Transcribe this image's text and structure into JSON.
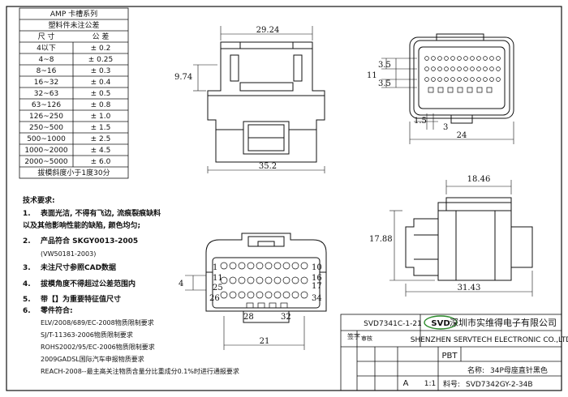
{
  "tolerance_table": {
    "title": "AMP 卡槽系列",
    "subtitle": "塑料件未注公差",
    "header": [
      "尺 寸",
      "公 差"
    ],
    "rows": [
      [
        "4以下",
        "± 0.2"
      ],
      [
        "4~8",
        "± 0.25"
      ],
      [
        "8~16",
        "± 0.3"
      ],
      [
        "16~32",
        "± 0.4"
      ],
      [
        "32~63",
        "± 0.5"
      ],
      [
        "63~126",
        "± 0.8"
      ],
      [
        "126~250",
        "± 1.0"
      ],
      [
        "250~500",
        "± 1.5"
      ],
      [
        "500~1000",
        "± 2.5"
      ],
      [
        "1000~2000",
        "± 4.5"
      ],
      [
        "2000~5000",
        "± 6.0"
      ]
    ],
    "footer": "拔模斜度小于1度30分"
  },
  "requirements": {
    "heading": "技术要求:",
    "items": [
      {
        "num": "1.",
        "text": "表面光洁, 不得有飞边, 流痕裂痕缺料"
      },
      {
        "num": "",
        "text": "以及其他影响性能的缺陷, 颜色均匀;"
      },
      {
        "num": "2.",
        "text": "产品符合 SKGY0013-2005"
      },
      {
        "num": "",
        "text": "(VW50181-2003)"
      },
      {
        "num": "3.",
        "text": "未注尺寸参照CAD数据"
      },
      {
        "num": "4.",
        "text": "拔模角度不得超过公差范围内"
      },
      {
        "num": "5.",
        "text": "带【】为重要特征值尺寸"
      },
      {
        "num": "6.",
        "text": "零件符合:"
      }
    ],
    "standards": [
      "ELV/2008/689/EC-2008物质限制要求",
      "SJ/T-11363-2006物质限制要求",
      "ROHS2002/95/EC-2006物质限制要求",
      "2009GADSL国际汽车申报物质要求",
      "REACH-2008--最主高关注物质含量分比重成分0.1%时进行通报要求"
    ]
  },
  "dimensions": {
    "top_width": "29.24",
    "top_height": "9.74",
    "bottom_width": "35.2",
    "pitch_a": "3.5",
    "height_11": "11",
    "pitch_b": "3.5",
    "offset": "1.5",
    "gap": "3",
    "face_width": "24",
    "side_width": "18.46",
    "side_height": "17.88",
    "side_length": "31.43",
    "pin_area": "21",
    "left_offset": "4"
  },
  "pins": {
    "p1": "1",
    "p10": "10",
    "p11": "11",
    "p16": "16",
    "p17": "17",
    "p25": "25",
    "p26": "26",
    "p34": "34",
    "p28": "28",
    "p32": "32"
  },
  "title_block": {
    "drawing_no": "SVD7341C-1-21",
    "company_cn": "深圳市实维得电子有限公司",
    "company_en": "SHENZHEN SERVTECH ELECTRONIC CO.,LTD",
    "material": "PBT",
    "name_label": "名称:",
    "name_value": "34P母座直针黑色",
    "part_label": "料号:",
    "part_value": "SVD7342GY-2-34B",
    "scale": "1:1",
    "logo_text": "SVD",
    "sign_label": "签字",
    "review_label": "审核",
    "revision": "A"
  },
  "colors": {
    "logo_green": "#2a8a2a",
    "logo_red": "#c0392b"
  }
}
